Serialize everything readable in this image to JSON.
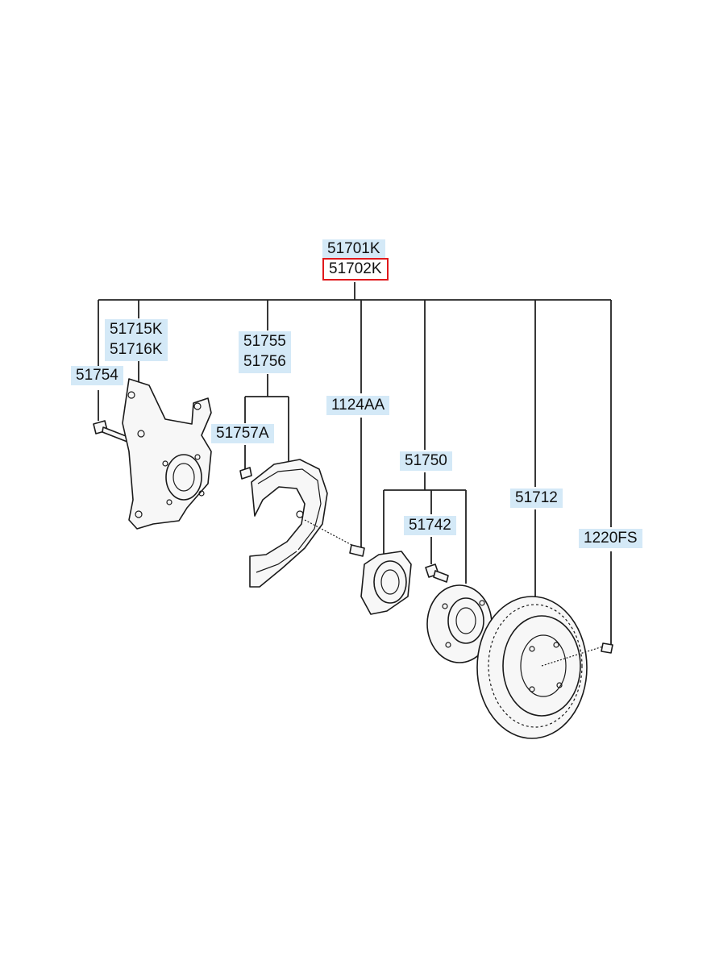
{
  "labels": {
    "assembly_1": "51701K",
    "assembly_2": "51702K",
    "knuckle": "51715K\n51716K",
    "knuckle_bolt": "51754",
    "dust_cover": "51755\n51756",
    "dust_cover_screw": "51757A",
    "bolt": "1124AA",
    "hub_bearing": "51750",
    "hub_bolt": "51742",
    "disc": "51712",
    "disc_screw": "1220FS"
  },
  "colors": {
    "label_bg": "#d4e9f7",
    "selected_outline": "#e0191c",
    "line": "#222222"
  },
  "selected": "assembly_2"
}
